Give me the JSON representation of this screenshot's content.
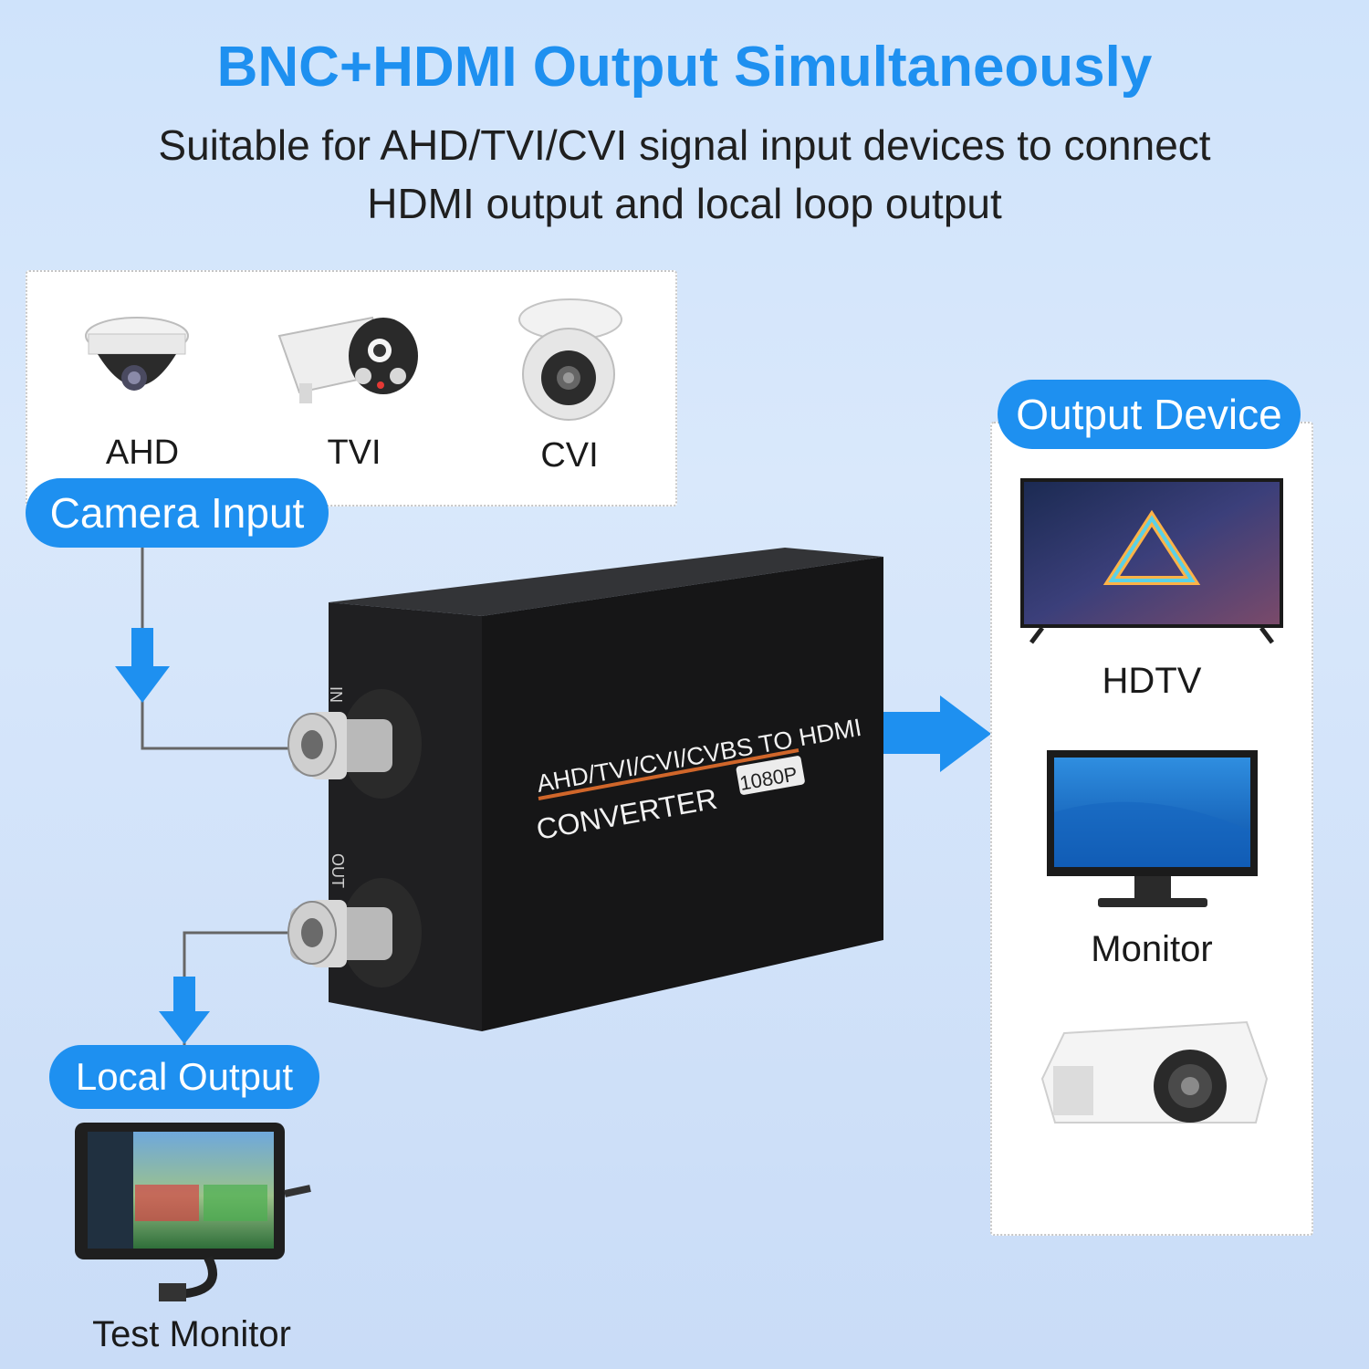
{
  "header": {
    "title": "BNC+HDMI Output Simultaneously",
    "subtitle_line1": "Suitable for AHD/TVI/CVI signal input devices to connect",
    "subtitle_line2": "HDMI output and local loop output"
  },
  "inputs": {
    "pill_label": "Camera Input",
    "cameras": [
      {
        "label": "AHD",
        "icon": "dome-camera-icon"
      },
      {
        "label": "TVI",
        "icon": "bullet-camera-icon"
      },
      {
        "label": "CVI",
        "icon": "turret-camera-icon"
      }
    ]
  },
  "converter": {
    "model_text": "AHD/TVI/CVI/CVBS TO HDMI",
    "type_text": "CONVERTER",
    "badge": "1080P",
    "port_in": "IN",
    "port_out": "OUT"
  },
  "local_output": {
    "pill_label": "Local Output",
    "device_label": "Test Monitor"
  },
  "output": {
    "pill_label": "Output Device",
    "devices": [
      {
        "label": "HDTV",
        "icon": "tv-icon"
      },
      {
        "label": "Monitor",
        "icon": "monitor-icon"
      },
      {
        "label": "",
        "icon": "projector-icon"
      }
    ]
  },
  "colors": {
    "accent": "#1e90f0",
    "device_body": "#1b1b1b",
    "orange_line": "#d0662a"
  }
}
